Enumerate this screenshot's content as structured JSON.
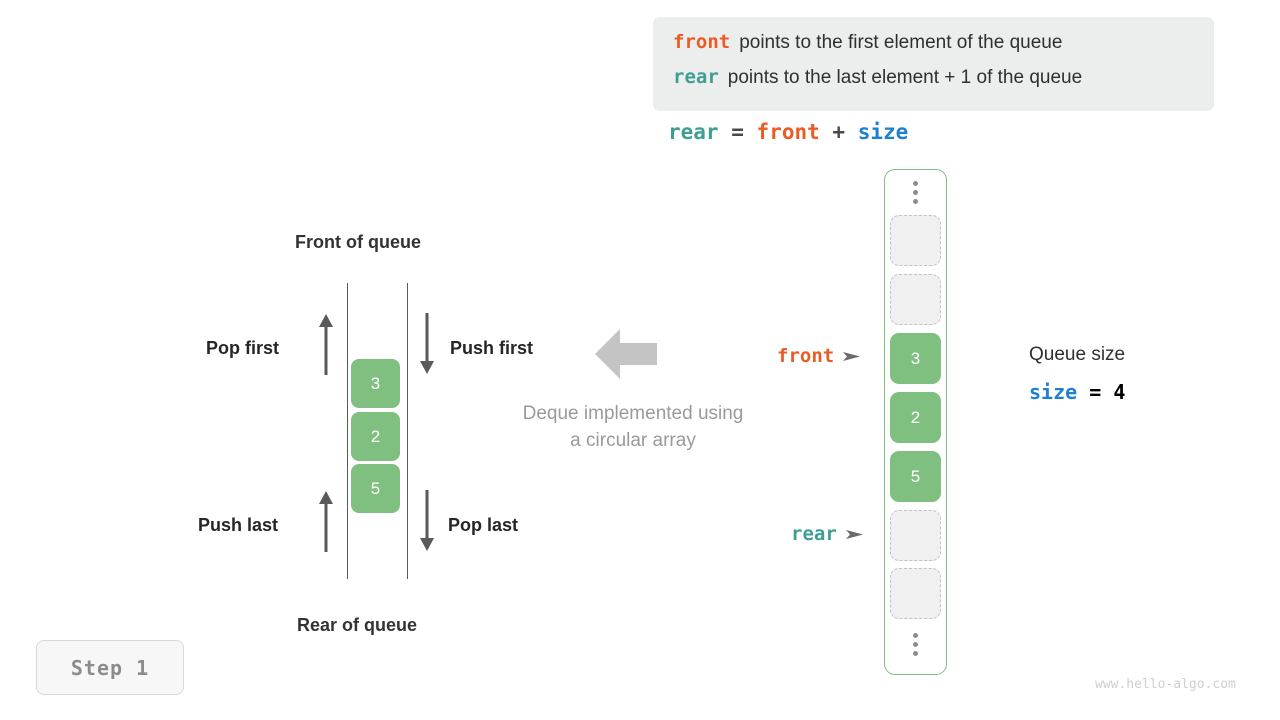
{
  "legend": {
    "lines": [
      {
        "keyword": "front",
        "keyword_color": "#ec5b25",
        "text": "points to the first element of the queue"
      },
      {
        "keyword": "rear",
        "keyword_color": "#3d9e91",
        "text": "points to the last element + 1 of the queue"
      }
    ],
    "background": "#eceded"
  },
  "formula": {
    "lhs": "rear",
    "eq": "=",
    "rhs1": "front",
    "plus": "+",
    "rhs2": "size"
  },
  "deque_diagram": {
    "top_label": "Front of queue",
    "bottom_label": "Rear of queue",
    "pop_first": "Pop first",
    "push_first": "Push first",
    "push_last": "Push last",
    "pop_last": "Pop last",
    "cells": [
      "3",
      "2",
      "5"
    ],
    "caption_line1": "Deque implemented using",
    "caption_line2": "a circular array",
    "cell_color": "#7fc081"
  },
  "circular_array": {
    "border_color": "#7fc081",
    "cells": [
      {
        "kind": "dots",
        "value": ""
      },
      {
        "kind": "empty",
        "value": ""
      },
      {
        "kind": "empty",
        "value": ""
      },
      {
        "kind": "filled",
        "value": "3"
      },
      {
        "kind": "filled",
        "value": "2"
      },
      {
        "kind": "filled",
        "value": "5"
      },
      {
        "kind": "empty",
        "value": ""
      },
      {
        "kind": "empty",
        "value": ""
      },
      {
        "kind": "dots",
        "value": ""
      }
    ],
    "pointers": [
      {
        "name": "front",
        "label": "front",
        "color": "#ec5b25",
        "caret": "➤"
      },
      {
        "name": "rear",
        "label": "rear",
        "color": "#3d9e91",
        "caret": "➤"
      }
    ]
  },
  "queue_size": {
    "title": "Queue size",
    "var": "size",
    "eq": "=",
    "value": "4",
    "var_color": "#1f7fd0"
  },
  "step_badge": {
    "label": "Step 1"
  },
  "watermark": {
    "text": "www.hello-algo.com"
  }
}
